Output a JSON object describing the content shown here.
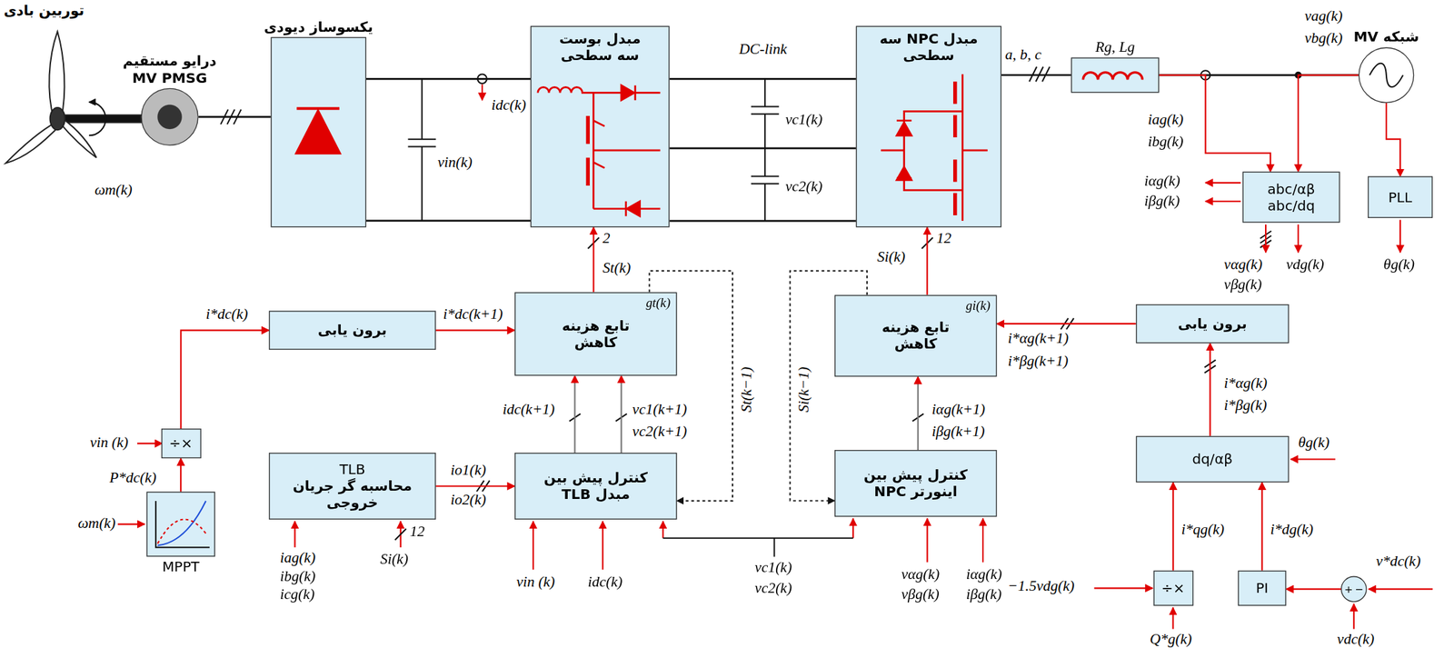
{
  "diagram": {
    "nodes": [
      {
        "text": [
          "درایو مستقیم MV PMSG"
        ]
      },
      {
        "text": [
          "یکسوساز دیودی"
        ]
      },
      {
        "text": [
          "مبدل بوست سه سطحی"
        ]
      },
      {
        "text": [
          "مبدل NPC سه سطحی"
        ]
      },
      {
        "text": [
          "Rg, Lg"
        ]
      },
      {
        "text": [
          "شبکه MV"
        ]
      },
      {
        "text": [
          "abc/αβ abc/dq"
        ]
      },
      {
        "text": [
          "PLL"
        ]
      },
      {
        "text": [
          "برون یابی"
        ]
      },
      {
        "text": [
          "تابع هزینه کاهش",
          "gt(k)"
        ]
      },
      {
        "text": [
          "÷×"
        ]
      },
      {
        "text": [
          "MPPT"
        ]
      },
      {
        "text": [
          "TLB",
          "محاسبه گر جریان خروجی"
        ]
      },
      {
        "text": [
          "کنترل پیش بین مبدل TLB"
        ]
      },
      {
        "text": [
          "تابع هزینه کاهش",
          "gi(k)"
        ]
      },
      {
        "text": [
          "برون یابی"
        ]
      },
      {
        "text": [
          "dq/αβ"
        ]
      },
      {
        "text": [
          "کنترل پیش بین اینورتر NPC"
        ]
      },
      {
        "text": [
          "÷×"
        ]
      },
      {
        "text": [
          "PI"
        ]
      },
      {
        "text": [
          "+",
          "−"
        ]
      }
    ],
    "edges": [
      {
        "from": 0,
        "to": 1,
        "arrow": "none"
      },
      {
        "from": 1,
        "to": 2,
        "arrow": "none"
      },
      {
        "from": 1,
        "to": 2,
        "arrow": "none"
      },
      {
        "from": 2,
        "to": 3,
        "arrow": "none"
      },
      {
        "from": 2,
        "to": 3,
        "arrow": "none"
      },
      {
        "from": 2,
        "to": 3,
        "arrow": "none"
      },
      {
        "from": 3,
        "to": 4,
        "arrow": "none",
        "label": "a, b, c"
      },
      {
        "from": 4,
        "to": 5,
        "arrow": "none"
      },
      {
        "from": 5,
        "to": 6,
        "arrow": "to"
      },
      {
        "from": 4,
        "to": 6,
        "arrow": "to"
      },
      {
        "from": 5,
        "to": 7,
        "arrow": "to"
      },
      {
        "from": 11,
        "to": 10,
        "arrow": "to",
        "label": "P*dc(k)"
      },
      {
        "from": 10,
        "to": 8,
        "arrow": "to",
        "label": "i*dc(k)"
      },
      {
        "from": 8,
        "to": 9,
        "arrow": "to",
        "label": "i*dc(k+1)"
      },
      {
        "from": 9,
        "to": 2,
        "arrow": "to",
        "label": "St(k)"
      },
      {
        "from": 9,
        "to": 13,
        "arrow": "to",
        "label": "St(k−1)"
      },
      {
        "from": 12,
        "to": 13,
        "arrow": "to",
        "label": "io1(k)"
      },
      {
        "from": 13,
        "to": 9,
        "arrow": "to",
        "label": "idc(k+1)"
      },
      {
        "from": 13,
        "to": 9,
        "arrow": "to",
        "label": "vc1(k+1)"
      },
      {
        "from": 14,
        "to": 3,
        "arrow": "to",
        "label": "Si(k)"
      },
      {
        "from": 14,
        "to": 17,
        "arrow": "to",
        "label": "Si(k−1)"
      },
      {
        "from": 17,
        "to": 14,
        "arrow": "to",
        "label": "iαg(k+1)"
      },
      {
        "from": 15,
        "to": 14,
        "arrow": "to",
        "label": "i*αg(k+1)"
      },
      {
        "from": 16,
        "to": 15,
        "arrow": "to",
        "label": "i*αg(k)"
      },
      {
        "from": 18,
        "to": 16,
        "arrow": "to",
        "label": "i*qg(k)"
      },
      {
        "from": 19,
        "to": 16,
        "arrow": "to",
        "label": "i*dg(k)"
      },
      {
        "from": 20,
        "to": 19,
        "arrow": "to"
      }
    ],
    "labels": [
      "توربین بادی",
      "ωm(k)",
      "vin(k)",
      "idc(k)",
      "DC-link",
      "vc1(k)",
      "vc2(k)",
      "vag(k)",
      "vbg(k)",
      "iag(k)",
      "ibg(k)",
      "iαg(k)",
      "iβg(k)",
      "vαg(k)",
      "vβg(k)",
      "vdg(k)",
      "θg(k)",
      "2",
      "12",
      "vin (k)",
      "ωm(k)",
      "io2(k)",
      "vc2(k+1)",
      "iβg(k+1)",
      "i*βg(k+1)",
      "i*βg(k)",
      "iag(k)",
      "ibg(k)",
      "icg(k)",
      "Si(k)",
      "12",
      "vin (k)",
      "idc(k)",
      "vc1(k)",
      "vc2(k)",
      "vαg(k)",
      "vβg(k)",
      "iαg(k)",
      "iβg(k)",
      "θg(k)",
      "−1.5vdg(k)",
      "Q*g(k)",
      "v*dc(k)",
      "vdc(k)"
    ]
  }
}
